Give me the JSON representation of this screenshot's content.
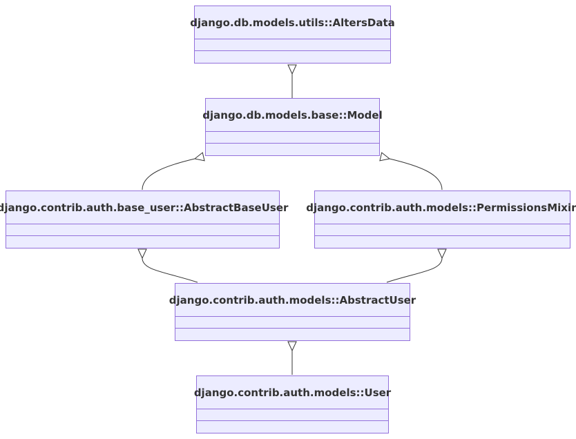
{
  "diagram": {
    "classes": {
      "alters_data": {
        "name": "django.db.models.utils::AltersData"
      },
      "model": {
        "name": "django.db.models.base::Model"
      },
      "abstract_base_user": {
        "name": "django.contrib.auth.base_user::AbstractBaseUser"
      },
      "permissions_mixin": {
        "name": "django.contrib.auth.models::PermissionsMixin"
      },
      "abstract_user": {
        "name": "django.contrib.auth.models::AbstractUser"
      },
      "user": {
        "name": "django.contrib.auth.models::User"
      }
    },
    "inheritance": [
      {
        "child": "model",
        "parent": "alters_data"
      },
      {
        "child": "abstract_base_user",
        "parent": "model"
      },
      {
        "child": "permissions_mixin",
        "parent": "model"
      },
      {
        "child": "abstract_user",
        "parent": "abstract_base_user"
      },
      {
        "child": "abstract_user",
        "parent": "permissions_mixin"
      },
      {
        "child": "user",
        "parent": "abstract_user"
      }
    ],
    "colors": {
      "node_fill": "#ececff",
      "node_border": "#9370db",
      "edge": "#333333",
      "text": "#333333"
    }
  }
}
